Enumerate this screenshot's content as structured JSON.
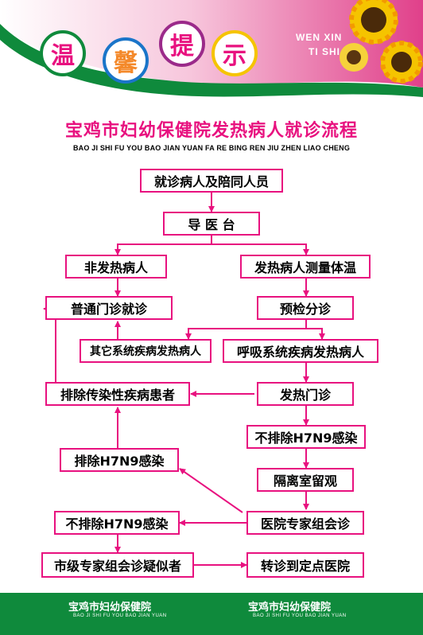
{
  "header": {
    "chars": [
      "温",
      "馨",
      "提",
      "示"
    ],
    "pinyin_line1": "WEN XIN",
    "pinyin_line2": "TI SHI",
    "colors": {
      "pink": "#e8117f",
      "green": "#0f8a3c",
      "blue": "#1a75c9",
      "orange": "#f4892a",
      "purple": "#9b2a8a",
      "yellow": "#f5c400"
    }
  },
  "title": "宝鸡市妇幼保健院发热病人就诊流程",
  "subtitle": "BAO JI SHI FU YOU BAO JIAN YUAN FA RE BING REN JIU ZHEN LIAO CHENG",
  "flow": {
    "n1": "就诊病人及陪同人员",
    "n2": "导 医 台",
    "n3": "非发热病人",
    "n4": "发热病人测量体温",
    "n5": "普通门诊就诊",
    "n6": "预检分诊",
    "n7": "其它系统疾病发热病人",
    "n8": "呼吸系统疾病发热病人",
    "n9": "排除传染性疾病患者",
    "n10": "发热门诊",
    "n11": "不排除H7N9感染",
    "n12": "排除H7N9感染",
    "n13": "隔离室留观",
    "n14": "不排除H7N9感染",
    "n15": "医院专家组会诊",
    "n16": "市级专家组会诊疑似者",
    "n17": "转诊到定点医院"
  },
  "footer": {
    "left_name": "宝鸡市妇幼保健院",
    "left_pinyin": "BAO JI SHI FU YOU BAO JIAN YUAN",
    "right_name": "宝鸡市妇幼保健院",
    "right_pinyin": "BAO JI SHI FU YOU BAO JIAN YUAN"
  }
}
